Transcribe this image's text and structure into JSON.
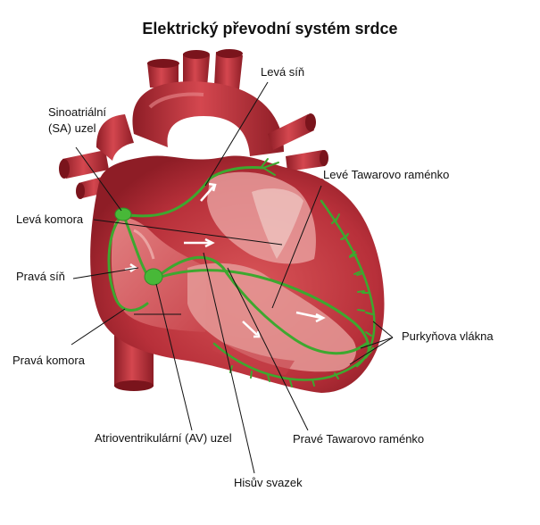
{
  "title": "Elektrický převodní systém srdce",
  "labels": {
    "sa_node_line1": "Sinoatriální",
    "sa_node_line2": "(SA) uzel",
    "left_ventricle": "Levá komora",
    "right_atrium": "Pravá síň",
    "right_ventricle": "Pravá komora",
    "left_atrium": "Levá síň",
    "left_bundle_branch": "Levé Tawarovo raménko",
    "purkinje_fibers": "Purkyňova vlákna",
    "av_node": "Atrioventrikulární (AV) uzel",
    "right_bundle_branch": "Pravé Tawarovo raménko",
    "his_bundle": "Hisův svazek"
  },
  "colors": {
    "heart_dark": "#a8262f",
    "heart_mid": "#c9404a",
    "heart_light": "#e27a7c",
    "heart_pale": "#f0b3b0",
    "conduction": "#4bbf3a",
    "conduction_dark": "#2f8f27",
    "leader": "#111111"
  }
}
